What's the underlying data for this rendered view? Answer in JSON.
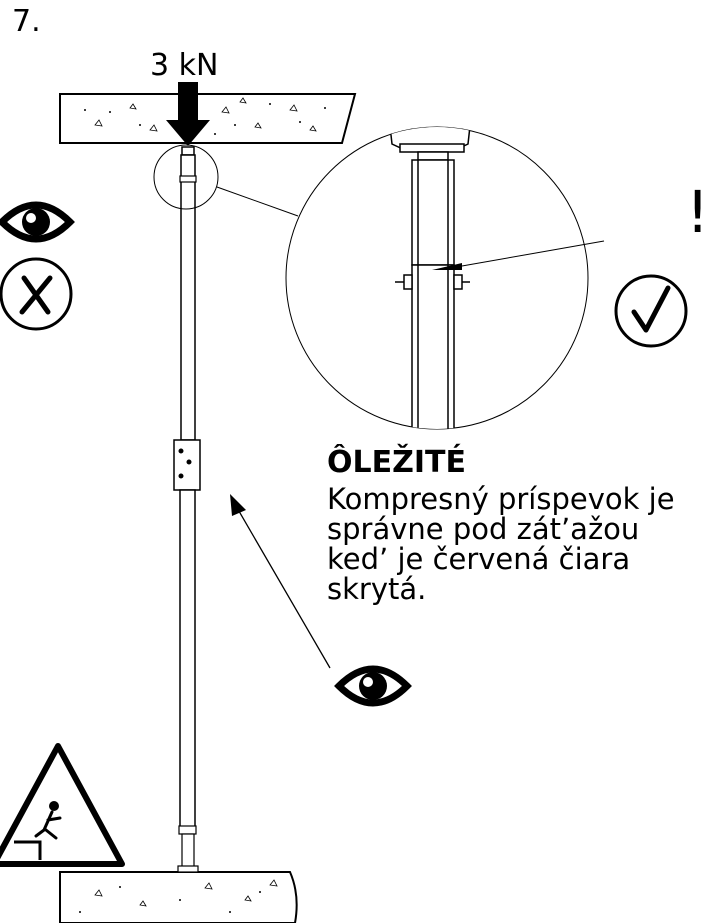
{
  "step_number": "7.",
  "load_label": "3 kN",
  "warning": {
    "title": "ÔLEŽITÉ",
    "body": "Kompresný príspevok je\nsprávne pod zát’ažou\nked’ je červená čiara\nskrytá."
  },
  "exclamation_mark": "!",
  "icons": [
    "eye-icon",
    "incorrect-cross-icon",
    "correct-check-icon",
    "fall-hazard-warning-icon"
  ],
  "colors": {
    "ink": "#000000",
    "indicator_line": "#000000",
    "concrete_fill": "#ffffff"
  }
}
